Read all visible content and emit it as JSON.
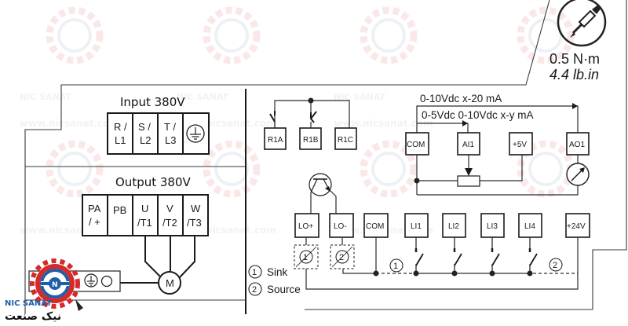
{
  "watermark": {
    "brand_en": "NIC SANAT",
    "brand_fa": "نیک صنعت",
    "url": "www.nicsanat.com"
  },
  "logo": {
    "brand_en": "NIC SANAT",
    "brand_fa": "نیک صنعت",
    "colors": {
      "gear": "#d42a2a",
      "ring": "#1f5fa8",
      "text_en": "#1f5fa8",
      "text_fa": "#111111"
    }
  },
  "torque": {
    "metric": "0.5 N·m",
    "imperial": "4.4 lb.in",
    "icon": "screwdriver-icon"
  },
  "power_input": {
    "title": "Input 380V",
    "terminals": [
      {
        "line1": "R /",
        "line2": "L1"
      },
      {
        "line1": "S /",
        "line2": "L2"
      },
      {
        "line1": "T /",
        "line2": "L3"
      },
      {
        "icon": "ground-icon"
      }
    ]
  },
  "power_output": {
    "title": "Output 380V",
    "terminals": [
      {
        "line1": "PA",
        "line2": "/ +"
      },
      {
        "line1": "PB",
        "line2": ""
      },
      {
        "line1": "U",
        "line2": "/T1"
      },
      {
        "line1": "V",
        "line2": "/T2"
      },
      {
        "line1": "W",
        "line2": "/T3"
      }
    ],
    "motor_label": "M",
    "ground_icon": "ground-icon"
  },
  "relay": {
    "terminals": [
      "R1A",
      "R1B",
      "R1C"
    ]
  },
  "analog": {
    "terminals": [
      "COM",
      "AI1",
      "+5V",
      "AO1"
    ],
    "ao_range_label": "0-10Vdc  x-20 mA",
    "ai_range_label": "0-5Vdc 0-10Vdc x-y mA"
  },
  "logic": {
    "output_terminals": [
      "LO+",
      "LO-"
    ],
    "common": "COM",
    "inputs": [
      "LI1",
      "LI2",
      "LI3",
      "LI4"
    ],
    "supply": "+24V",
    "option_1_num": "1",
    "option_2_num": "2",
    "legend": [
      {
        "num": "1",
        "label": "Sink"
      },
      {
        "num": "2",
        "label": "Source"
      }
    ]
  }
}
